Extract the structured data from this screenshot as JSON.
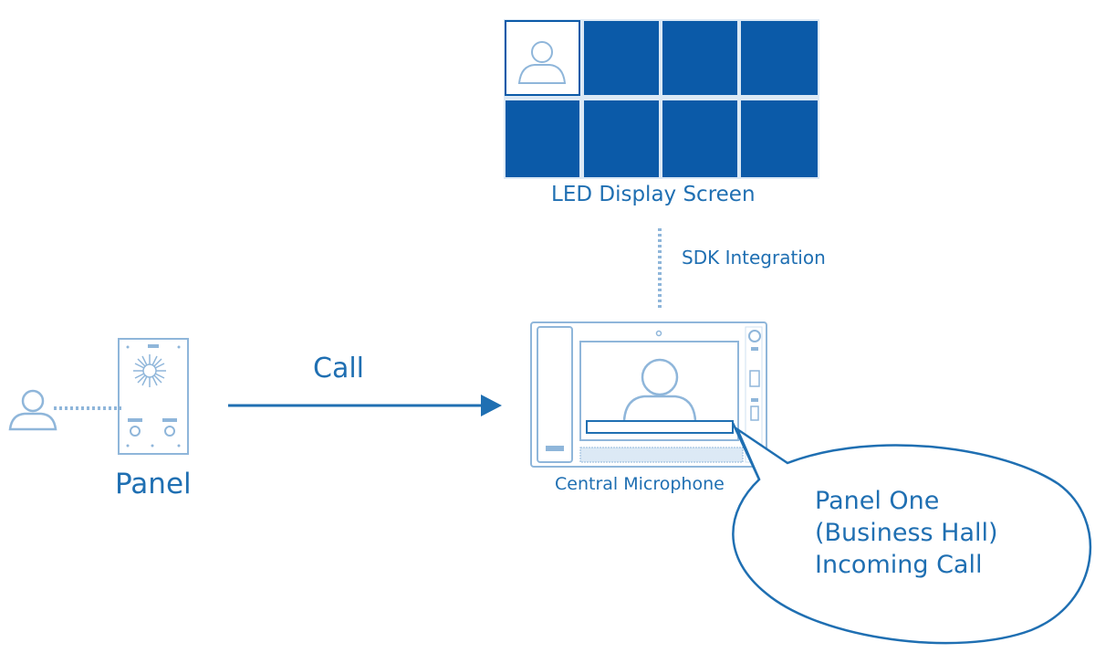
{
  "colors": {
    "primary": "#0b5aa8",
    "line": "#1f6fb2",
    "text": "#1f6fb2",
    "light": "#8fb6da"
  },
  "led_screen": {
    "label": "LED Display Screen",
    "tiles": {
      "rows": 2,
      "cols": 4
    },
    "icon": "user-avatar-icon"
  },
  "sdk_link": {
    "label": "SDK Integration"
  },
  "call_arrow": {
    "label": "Call"
  },
  "panel": {
    "label": "Panel"
  },
  "central_mic": {
    "label": "Central Microphone"
  },
  "speech_bubble": {
    "lines": [
      "Panel One",
      "(Business Hall)",
      "Incoming Call"
    ]
  },
  "user": {
    "icon": "user-icon"
  }
}
